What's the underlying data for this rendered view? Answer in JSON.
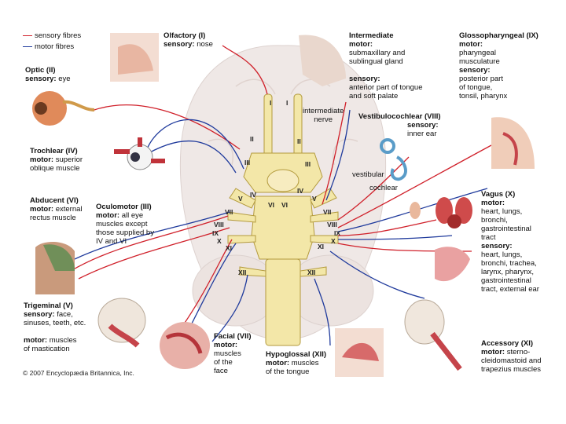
{
  "legend": {
    "sensory": "sensory fibres",
    "motor": "motor fibres",
    "sensory_color": "#d0202a",
    "motor_color": "#1f3a9c"
  },
  "nerves": {
    "olfactory": {
      "title": "Olfactory (I)",
      "k1": "sensory:",
      "v1": "nose"
    },
    "optic": {
      "title": "Optic (II)",
      "k1": "sensory:",
      "v1": "eye"
    },
    "trochlear": {
      "title": "Trochlear (IV)",
      "k1": "motor:",
      "v1": "superior",
      "v2": "oblique muscle"
    },
    "abducent": {
      "title": "Abducent (VI)",
      "k1": "motor:",
      "v1": "external",
      "v2": "rectus muscle"
    },
    "oculomotor": {
      "title": "Oculomotor (III)",
      "k1": "motor:",
      "v1": "all eye",
      "v2": "muscles except",
      "v3": "those supplied by",
      "v4": "IV and VI"
    },
    "trigeminal": {
      "title": "Trigeminal (V)",
      "k1": "sensory:",
      "v1": "face,",
      "v2": "sinuses, teeth, etc.",
      "k2": "motor:",
      "v3": "muscles",
      "v4": "of mastication"
    },
    "facial": {
      "title": "Facial (VII)",
      "k1": "motor:",
      "v1": "muscles",
      "v2": "of the",
      "v3": "face"
    },
    "hypoglossal": {
      "title": "Hypoglossal (XII)",
      "k1": "motor:",
      "v1": "muscles",
      "v2": "of the tongue"
    },
    "accessory": {
      "title": "Accessory (XI)",
      "k1": "motor:",
      "v1": "sterno-",
      "v2": "cleidomastoid and",
      "v3": "trapezius muscles"
    },
    "intermediate": {
      "title": "Intermediate",
      "k1": "motor:",
      "v1": "submaxillary and",
      "v2": "sublingual gland",
      "k2": "sensory:",
      "v3": "anterior part of tongue",
      "v4": "and soft palate"
    },
    "glossopharyngeal": {
      "title": "Glossopharyngeal (IX)",
      "k1": "motor:",
      "v1": "pharyngeal",
      "v2": "musculature",
      "k2": "sensory:",
      "v3": "posterior part",
      "v4": "of tongue,",
      "v5": "tonsil, pharynx"
    },
    "vestibulocochlear": {
      "title": "Vestibulocochlear (VIII)",
      "k1": "sensory:",
      "v1": "inner ear"
    },
    "vagus": {
      "title": "Vagus (X)",
      "k1": "motor:",
      "v1": "heart, lungs,",
      "v2": "bronchi,",
      "v3": "gastrointestinal",
      "v4": "tract",
      "k2": "sensory:",
      "v5": "heart, lungs,",
      "v6": "bronchi, trachea,",
      "v7": "larynx, pharynx,",
      "v8": "gastrointestinal",
      "v9": "tract, external ear"
    }
  },
  "brain_labels": {
    "intermediate_nerve": "intermediate\nnerve",
    "vestibular": "vestibular",
    "cochlear": "cochlear"
  },
  "roman": {
    "i": "I",
    "ii": "II",
    "iii": "III",
    "iv": "IV",
    "v": "V",
    "vi": "VI",
    "vii": "VII",
    "viii": "VIII",
    "ix": "IX",
    "x": "X",
    "xi": "XI",
    "xii": "XII"
  },
  "copyright": "© 2007 Encyclopædia Britannica, Inc."
}
